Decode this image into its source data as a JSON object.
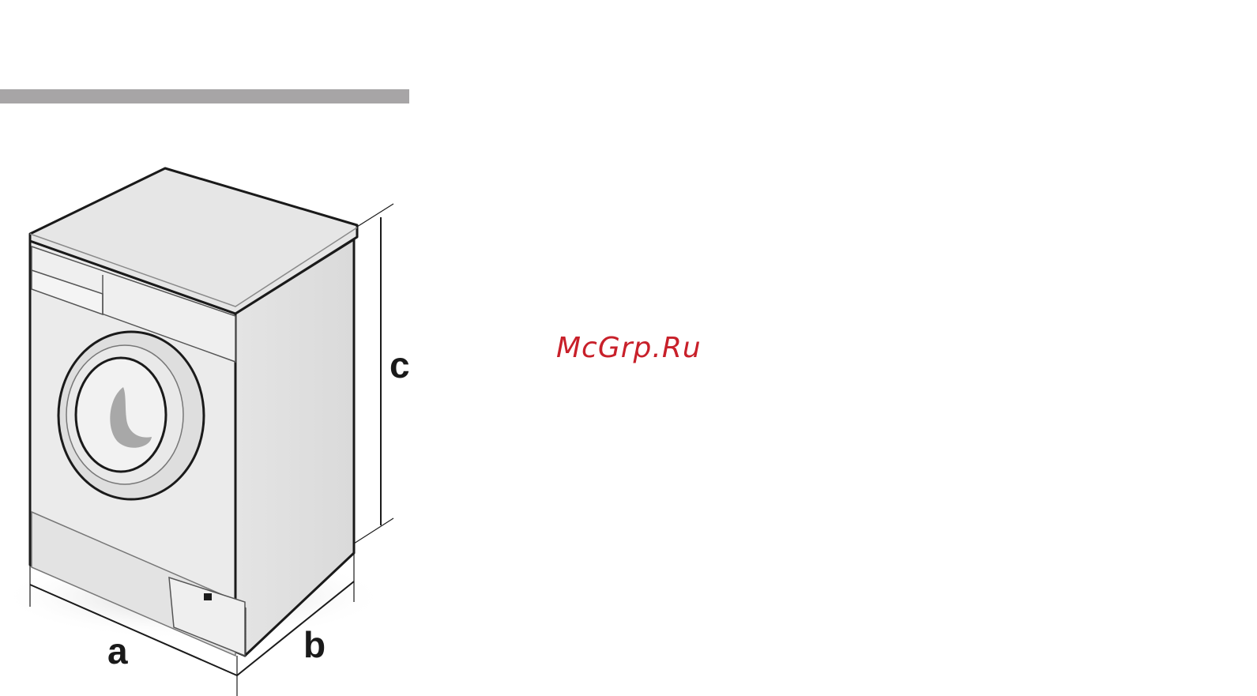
{
  "watermark": {
    "text": "McGrp.Ru",
    "color": "#c8202a"
  },
  "header_bar": {
    "color": "#a7a5a6"
  },
  "figure": {
    "subject": "washing-machine",
    "dimension_labels": {
      "width": "a",
      "depth": "b",
      "height": "c"
    }
  }
}
